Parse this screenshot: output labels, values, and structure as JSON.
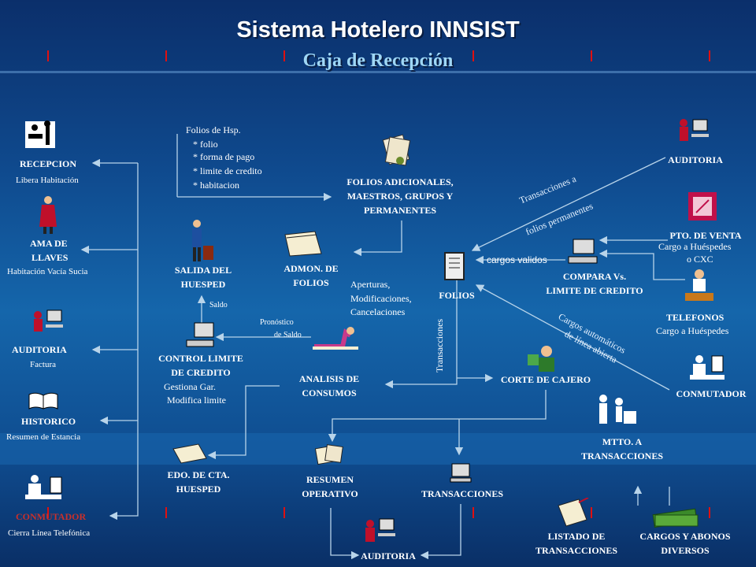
{
  "title": "Sistema Hotelero INNSIST",
  "subtitle": "Caja de Recepción",
  "left": {
    "recepcion": {
      "label": "RECEPCION",
      "note": "Libera Habitación"
    },
    "ama": {
      "label_1": "AMA DE",
      "label_2": "LLAVES",
      "note": "Habitación Vacía Sucia"
    },
    "auditoria": {
      "label": "AUDITORIA",
      "note": "Factura"
    },
    "historico": {
      "label": "HISTORICO",
      "note": "Resumen de Estancia"
    },
    "conmutador": {
      "label": "CONMUTADOR",
      "note": "Cierra Línea Telefónica"
    }
  },
  "folios_hsp": {
    "title": "Folios de Hsp.",
    "items": [
      "* folio",
      "* forma de pago",
      "* limite de credito",
      "* habitacion"
    ]
  },
  "center": {
    "folios_adicionales": [
      "FOLIOS ADICIONALES,",
      "MAESTROS, GRUPOS Y",
      "PERMANENTES"
    ],
    "admon": [
      "ADMON. DE",
      "FOLIOS"
    ],
    "aperturas": [
      "Aperturas,",
      "Modificaciones,",
      "Cancelaciones"
    ],
    "folios": "FOLIOS",
    "salida": [
      "SALIDA DEL",
      "HUESPED"
    ],
    "saldo": "Saldo",
    "control": [
      "CONTROL LIMITE",
      "DE CREDITO"
    ],
    "gestiona": [
      "Gestiona Gar.",
      "Modifica limite"
    ],
    "pronostico": [
      "Pronóstico",
      "de Saldo"
    ],
    "analisis": [
      "ANALISIS DE",
      "CONSUMOS"
    ],
    "transacciones_v": "Transacciones",
    "corte": "CORTE DE CAJERO",
    "edo": [
      "EDO. DE CTA.",
      "HUESPED"
    ],
    "resumen": [
      "RESUMEN",
      "OPERATIVO"
    ],
    "transacciones": "TRANSACCIONES",
    "auditoria_bottom": "AUDITORIA"
  },
  "right": {
    "auditoria": "AUDITORIA",
    "trans_folios": [
      "Transacciones a",
      "folios permanentes"
    ],
    "pto_venta": "PTO. DE VENTA",
    "cargo_huesp_cxc": [
      "Cargo a Huéspedes",
      "o CXC"
    ],
    "cargos_validos": "cargos validos",
    "compara": [
      "COMPARA Vs.",
      "LIMITE DE CREDITO"
    ],
    "telefonos": "TELEFONOS",
    "cargo_huesp": "Cargo a Huéspedes",
    "cargos_auto": [
      "Cargos automáticos",
      "de línea abierta"
    ],
    "conmutador": "CONMUTADOR",
    "mtto": [
      "MTTO. A",
      "TRANSACCIONES"
    ],
    "listado": [
      "LISTADO DE",
      "TRANSACCIONES"
    ],
    "cargos_abonos": [
      "CARGOS Y ABONOS",
      "DIVERSOS"
    ]
  },
  "colors": {
    "accent_text": "#9fd7f5",
    "line": "#b8d4ea",
    "tick": "#e01010"
  }
}
